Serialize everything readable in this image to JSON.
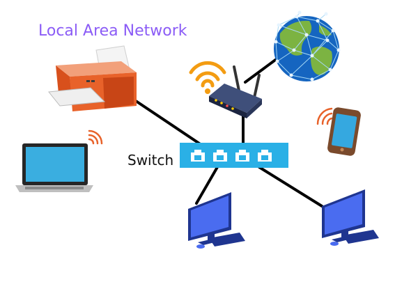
{
  "diagram": {
    "title": "Local Area Network",
    "switch_label": "Switch",
    "nodes": [
      {
        "id": "printer",
        "icon": "printer-icon"
      },
      {
        "id": "laptop",
        "icon": "laptop-icon"
      },
      {
        "id": "router",
        "icon": "wifi-router-icon"
      },
      {
        "id": "internet",
        "icon": "globe-icon"
      },
      {
        "id": "smartphone",
        "icon": "smartphone-icon"
      },
      {
        "id": "switch",
        "icon": "network-switch-icon"
      },
      {
        "id": "desktop-left",
        "icon": "desktop-computer-icon"
      },
      {
        "id": "desktop-right",
        "icon": "desktop-computer-icon"
      }
    ],
    "links": [
      {
        "from": "printer",
        "to": "switch"
      },
      {
        "from": "router",
        "to": "switch"
      },
      {
        "from": "router",
        "to": "internet"
      },
      {
        "from": "switch",
        "to": "desktop-left"
      },
      {
        "from": "switch",
        "to": "desktop-right"
      }
    ],
    "colors": {
      "title": "#8b5cf6",
      "link": "#000000",
      "switch": "#2ab0e6",
      "monitor": "#3b5bdb",
      "printer": "#e8622a",
      "laptop_screen": "#3aaee0",
      "wifi_signal": "#f39c12",
      "globe_ocean": "#1565c0",
      "globe_land": "#7cb342"
    }
  }
}
